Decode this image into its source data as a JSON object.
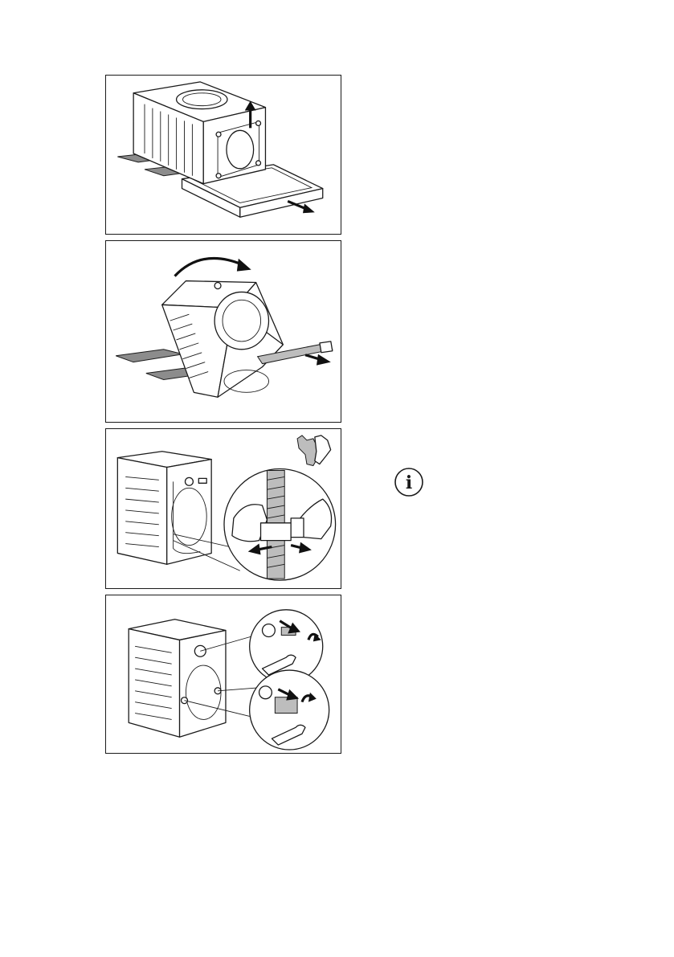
{
  "page": {
    "panels": [
      {
        "id": "step-remove-base-packaging",
        "icons": [
          "washer-lift-up-icon",
          "base-tray-pull-out-icon"
        ]
      },
      {
        "id": "step-tilt-and-remove-support",
        "icons": [
          "rotate-arrow-icon",
          "support-bar-pull-out-icon"
        ]
      },
      {
        "id": "step-release-hose-clamps",
        "icons": [
          "gloves-icon",
          "clamp-release-icon"
        ]
      },
      {
        "id": "step-unscrew-transit-bolts",
        "icons": [
          "bolt-removal-icon",
          "spanner-icon"
        ]
      }
    ],
    "info_icon": {
      "symbol": "i",
      "name": "information-icon"
    }
  }
}
